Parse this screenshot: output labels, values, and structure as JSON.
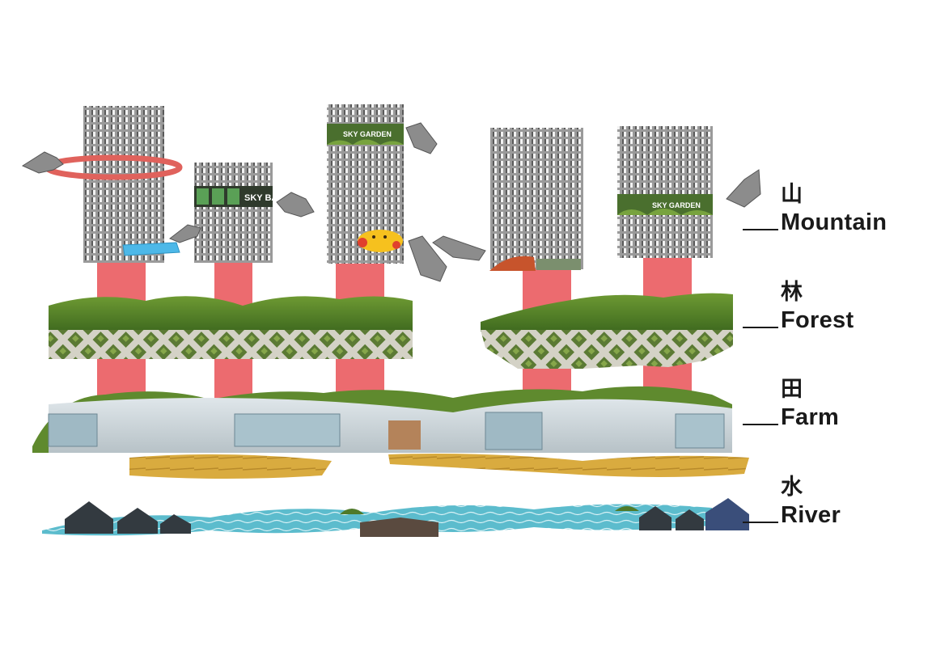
{
  "legend": [
    {
      "zh": "山",
      "en": "Mountain"
    },
    {
      "zh": "林",
      "en": "Forest"
    },
    {
      "zh": "田",
      "en": "Farm"
    },
    {
      "zh": "水",
      "en": "River"
    }
  ],
  "signs": {
    "sky_bar": "SKY BAR",
    "sky_garden_1": "SKY GARDEN",
    "sky_garden_2": "SKY GARDEN"
  },
  "colors": {
    "pillar": "#ec6b6f",
    "tower_facade": "#8e8e8e",
    "forest": "#5f8f2c",
    "lattice": "#c9c8bd",
    "farm_field": "#d8aa3a",
    "river": "#53b7c9",
    "ring": "#e0625c",
    "pool": "#4db8e8"
  },
  "icons": [
    "hand-icon",
    "ring-icon",
    "pool-icon",
    "smiley-icon"
  ]
}
